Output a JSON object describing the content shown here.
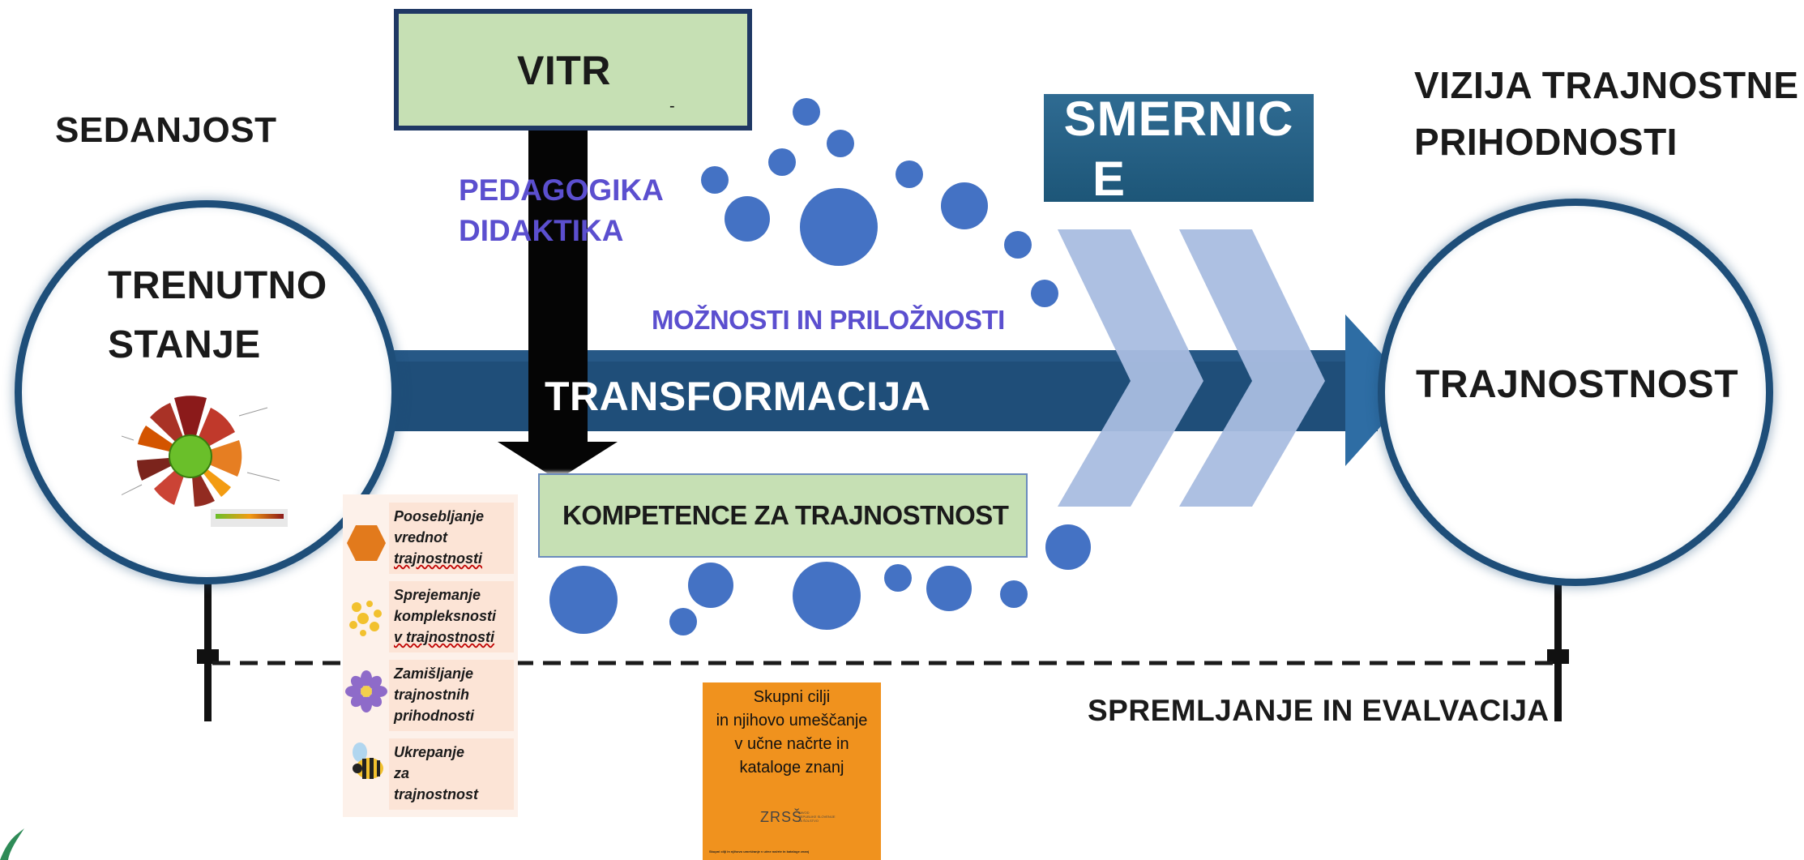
{
  "labels": {
    "sedanjost": "SEDANJOST",
    "vizija_line1": "VIZIJA TRAJNOSTNE",
    "vizija_line2": "PRIHODNOSTI",
    "vitr": "VITR",
    "vitr_mark": "-",
    "pedagogika": "PEDAGOGIKA",
    "didaktika": "DIDAKTIKA",
    "moznosti": "MOŽNOSTI IN PRILOŽNOSTI",
    "smernice_line1": "SMERNIC",
    "smernice_line2": "E",
    "trenutno_line1": "TRENUTNO",
    "trenutno_line2": "STANJE",
    "transformacija": "TRANSFORMACIJA",
    "trajnostnost": "TRAJNOSTNOST",
    "kompetence": "KOMPETENCE ZA TRAJNOSTNOST",
    "spremljanje": "SPREMLJANJE IN EVALVACIJA"
  },
  "competences": [
    {
      "lines": [
        "Poosebljanje",
        "vrednot",
        "trajnostnosti"
      ],
      "icon": "hexagon-icon"
    },
    {
      "lines": [
        "Sprejemanje",
        "kompleksnosti",
        "v trajnostnosti"
      ],
      "icon": "dots-cluster-icon"
    },
    {
      "lines": [
        "Zamišljanje",
        "trajnostnih",
        "prihodnosti"
      ],
      "icon": "flower-icon"
    },
    {
      "lines": [
        "Ukrepanje",
        "za",
        "trajnostnost"
      ],
      "icon": "bee-icon"
    }
  ],
  "document": {
    "line1": "Skupni cilji",
    "line2": "in njihovo umeščanje",
    "line3": "v učne načrte in",
    "line4": "kataloge znanj",
    "logo": "ZRSŠ",
    "logo_sub1": "ZAVOD",
    "logo_sub2": "REPUBLIKE SLOVENIJE",
    "logo_sub3": "ZA ŠOLSTVO",
    "footer": "Skupni cilji in njihovo umeščanje v učne načrte in kataloge znanj"
  },
  "colors": {
    "navy": "#1e4e79",
    "arrow": "#1f4e79",
    "green_box": "#c6e0b4",
    "bubble": "#4472c4",
    "purple_text": "#5b4fcf",
    "orange": "#f0921e",
    "chevron": "#a9bde0",
    "smernice": "#245f85"
  }
}
